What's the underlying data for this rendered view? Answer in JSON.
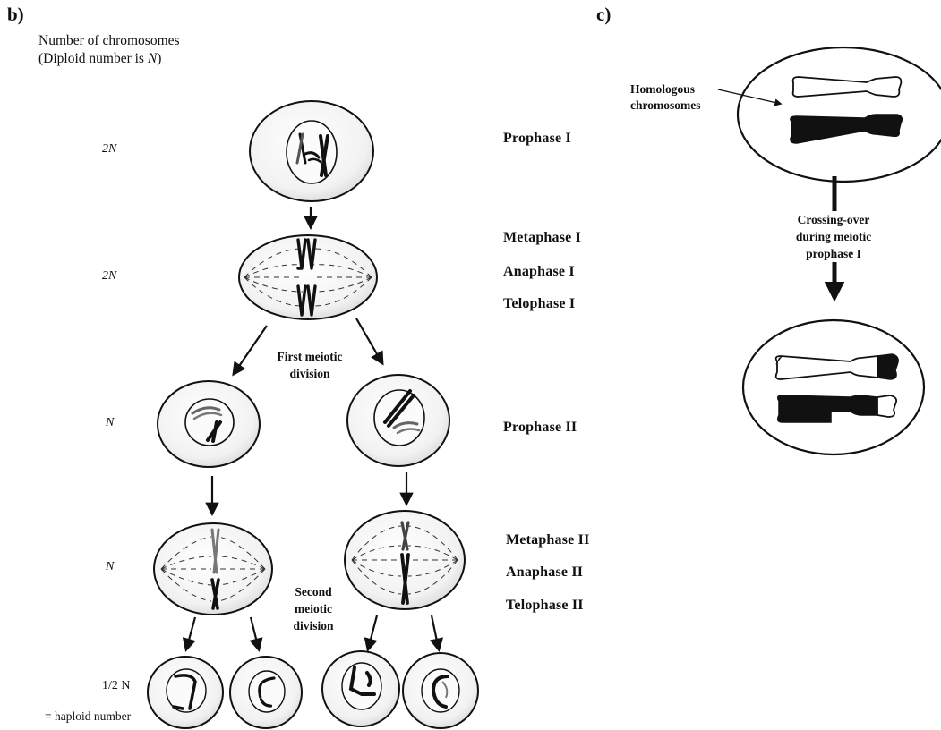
{
  "panel_b": {
    "letter": "b)",
    "header_line1": "Number of chromosomes",
    "header_line2_pre": "(Diploid number is ",
    "header_line2_var": "N",
    "header_line2_post": ")",
    "counts": {
      "prophase1": "2N",
      "meta1": "2N",
      "prophase2": "N",
      "meta2": "N",
      "final": "1/2  N",
      "haploid": "= haploid number"
    },
    "stages": {
      "prophase1": "Prophase I",
      "metaphase1": "Metaphase I",
      "anaphase1": "Anaphase I",
      "telophase1": "Telophase I",
      "prophase2": "Prophase II",
      "metaphase2": "Metaphase II",
      "anaphase2": "Anaphase II",
      "telophase2": "Telophase II"
    },
    "division1_line1": "First meiotic",
    "division1_line2": "division",
    "division2_line1": "Second",
    "division2_line2": "meiotic",
    "division2_line3": "division"
  },
  "panel_c": {
    "letter": "c)",
    "homologous_line1": "Homologous",
    "homologous_line2": "chromosomes",
    "crossing_line1": "Crossing-over",
    "crossing_line2": "during meiotic",
    "crossing_line3": "prophase I"
  },
  "colors": {
    "ink": "#111111",
    "cell_fill": "#f3f3f3",
    "nucleus_fill": "#fbfbfb",
    "paper": "#ffffff"
  }
}
